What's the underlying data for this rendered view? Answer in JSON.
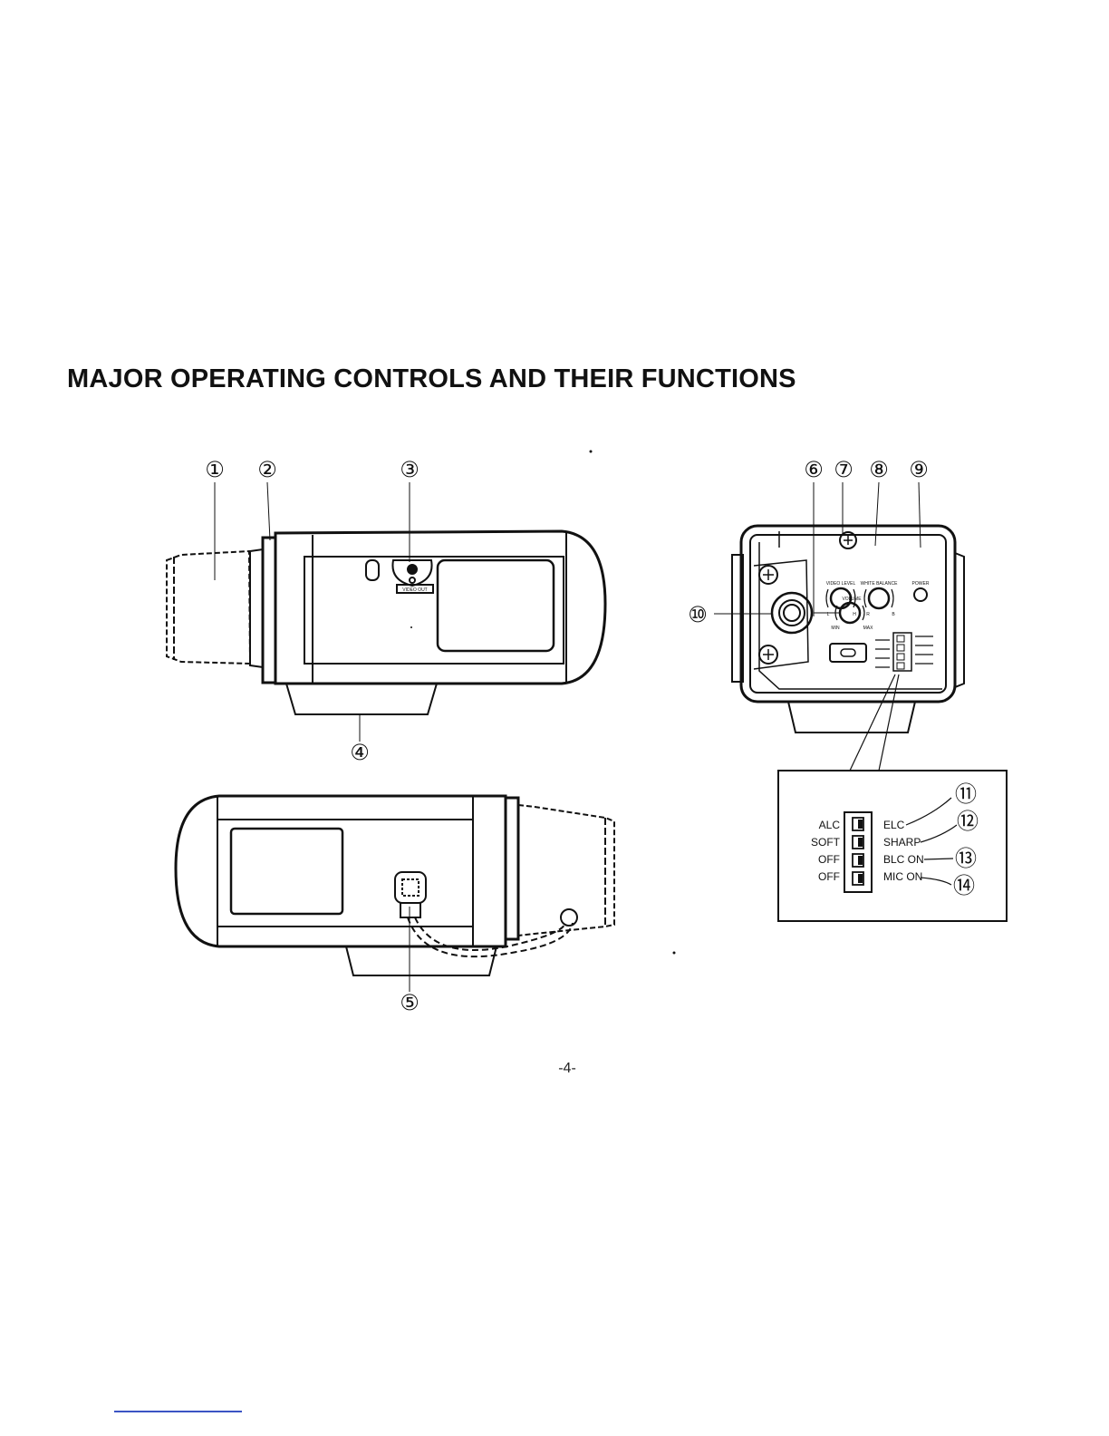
{
  "title": "MAJOR OPERATING CONTROLS AND THEIR FUNCTIONS",
  "callouts": {
    "c1": "①",
    "c2": "②",
    "c3": "③",
    "c4": "④",
    "c5": "⑤",
    "c6": "⑥",
    "c7": "⑦",
    "c8": "⑧",
    "c9": "⑨",
    "c10": "⑩",
    "c11": "⑪",
    "c12": "⑫",
    "c13": "⑬",
    "c14": "⑭"
  },
  "rear_panel": {
    "video_out": "VIDEO OUT",
    "video_level": "VIDEO LEVEL",
    "white_balance": "WHITE BALANCE",
    "power": "POWER",
    "volume": "VOLUME",
    "vol_min": "MIN",
    "vol_max": "MAX",
    "level_l": "L",
    "level_h": "H",
    "wb_r": "R",
    "wb_b": "B"
  },
  "switch_panel": {
    "left_labels": [
      "ALC",
      "SOFT",
      "OFF",
      "OFF"
    ],
    "right_labels": [
      "ELC",
      "SHARP",
      "BLC ON",
      "MIC ON"
    ]
  },
  "page_number": "-4-"
}
